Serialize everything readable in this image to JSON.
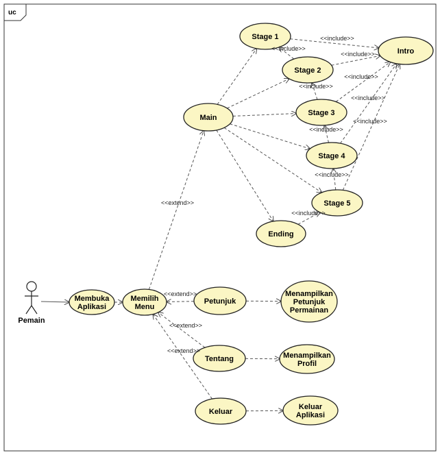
{
  "diagram": {
    "frame_label": "uc",
    "actor": {
      "name": "Pemain"
    },
    "use_cases": {
      "membuka_aplikasi": [
        "Membuka",
        "Aplikasi"
      ],
      "memilih_menu": [
        "Memilih",
        "Menu"
      ],
      "main": [
        "Main"
      ],
      "stage1": [
        "Stage 1"
      ],
      "stage2": [
        "Stage 2"
      ],
      "stage3": [
        "Stage 3"
      ],
      "stage4": [
        "Stage 4"
      ],
      "stage5": [
        "Stage 5"
      ],
      "ending": [
        "Ending"
      ],
      "intro": [
        "Intro"
      ],
      "petunjuk": [
        "Petunjuk"
      ],
      "tentang": [
        "Tentang"
      ],
      "keluar": [
        "Keluar"
      ],
      "menampilkan_petunjuk": [
        "Menampilkan",
        "Petunjuk",
        "Permainan"
      ],
      "menampilkan_profil": [
        "Menampilkan",
        "Profil"
      ],
      "keluar_aplikasi": [
        "Keluar",
        "Aplikasi"
      ]
    },
    "stereotypes": {
      "include": "<<include>>",
      "extend": "<<extend>>"
    },
    "colors": {
      "usecase_fill": "#fbf6c4",
      "usecase_stroke": "#222222",
      "line": "#555555"
    }
  }
}
